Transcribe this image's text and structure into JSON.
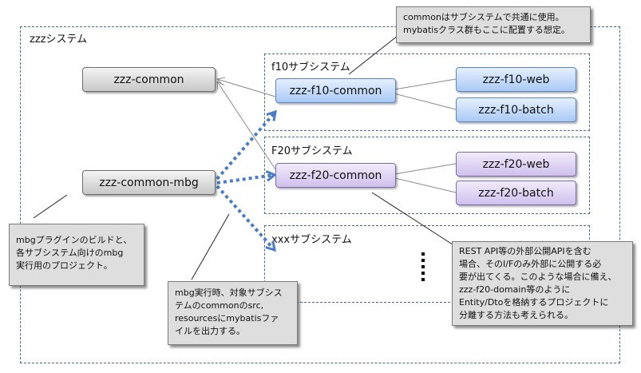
{
  "system": {
    "label": "zzzシステム"
  },
  "subsystems": {
    "f10": {
      "label": "f10サブシステム"
    },
    "f20": {
      "label": "F20サブシステム"
    },
    "xxx": {
      "label": "xxxサブシステム"
    }
  },
  "modules": {
    "zzz_common": "zzz-common",
    "zzz_common_mbg": "zzz-common-mbg",
    "f10_common": "zzz-f10-common",
    "f10_web": "zzz-f10-web",
    "f10_batch": "zzz-f10-batch",
    "f20_common": "zzz-f20-common",
    "f20_web": "zzz-f20-web",
    "f20_batch": "zzz-f20-batch"
  },
  "notes": {
    "common": "commonはサブシステムで共通に使用。\nmybatisクラス群もここに配置する想定。",
    "mbg_plugin": "mbgプラグインのビルドと、\n各サブシステム向けのmbg\n実行用のプロジェクト。",
    "mbg_exec": "mbg実行時、対象サブシス\nテムのcommonのsrc,\nresourcesにmybatisファ\nイルを出力する。",
    "domain": "REST API等の外部公開APIを含む\n場合、そのI/Fのみ外部に公開する必\n要が出てくる。このような場合に備え、\nzzz-f20-domain等のように\nEntity/Dtoを格納するプロジェクトに\n分離する方法も考えられる。"
  },
  "colors": {
    "connector": "#8a8a8a",
    "dotted_arrow": "#4a7cc8",
    "container_border": "#4a6b8a"
  }
}
